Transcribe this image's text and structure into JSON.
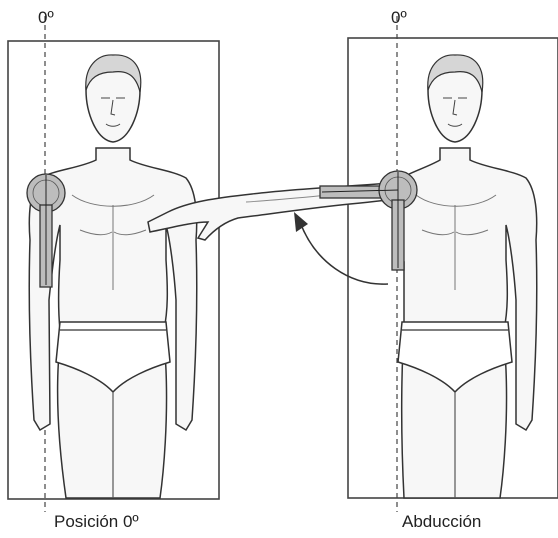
{
  "figures": {
    "left": {
      "angle_label": "0º",
      "caption": "Posición 0º"
    },
    "right": {
      "angle_label": "0º",
      "caption": "Abducción"
    }
  },
  "colors": {
    "line": "#333333",
    "frame": "#444444",
    "skin": "#f7f7f7",
    "goniometer": "#bdbdbd",
    "shadow": "#e2e2e2"
  }
}
